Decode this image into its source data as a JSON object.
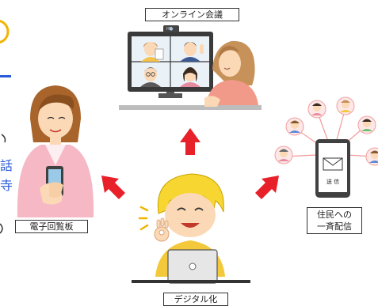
{
  "labels": {
    "online_meeting": "オンライン会議",
    "bulletin_board": "電子回覧板",
    "broadcast_line1": "住民への",
    "broadcast_line2": "一斉配信",
    "digitalization": "デジタル化",
    "send": "送 信",
    "camera": "HD"
  },
  "colors": {
    "arrow": "#e8202a",
    "edge_blue": "#2a5bd7",
    "edge_yellow": "#f2b400",
    "monitor": "#3a3a3a",
    "skin": "#fbd9b6",
    "woman_hair": "#c7925a",
    "pink_cardigan": "#f5b8c4",
    "boy_hair": "#f7d631",
    "boy_shirt": "#f3c83a",
    "phone": "#404040"
  },
  "icons": [
    "arrow-up-icon",
    "arrow-up-left-icon",
    "arrow-up-right-icon",
    "envelope-icon",
    "ok-hand-icon",
    "sparkle-icon"
  ]
}
